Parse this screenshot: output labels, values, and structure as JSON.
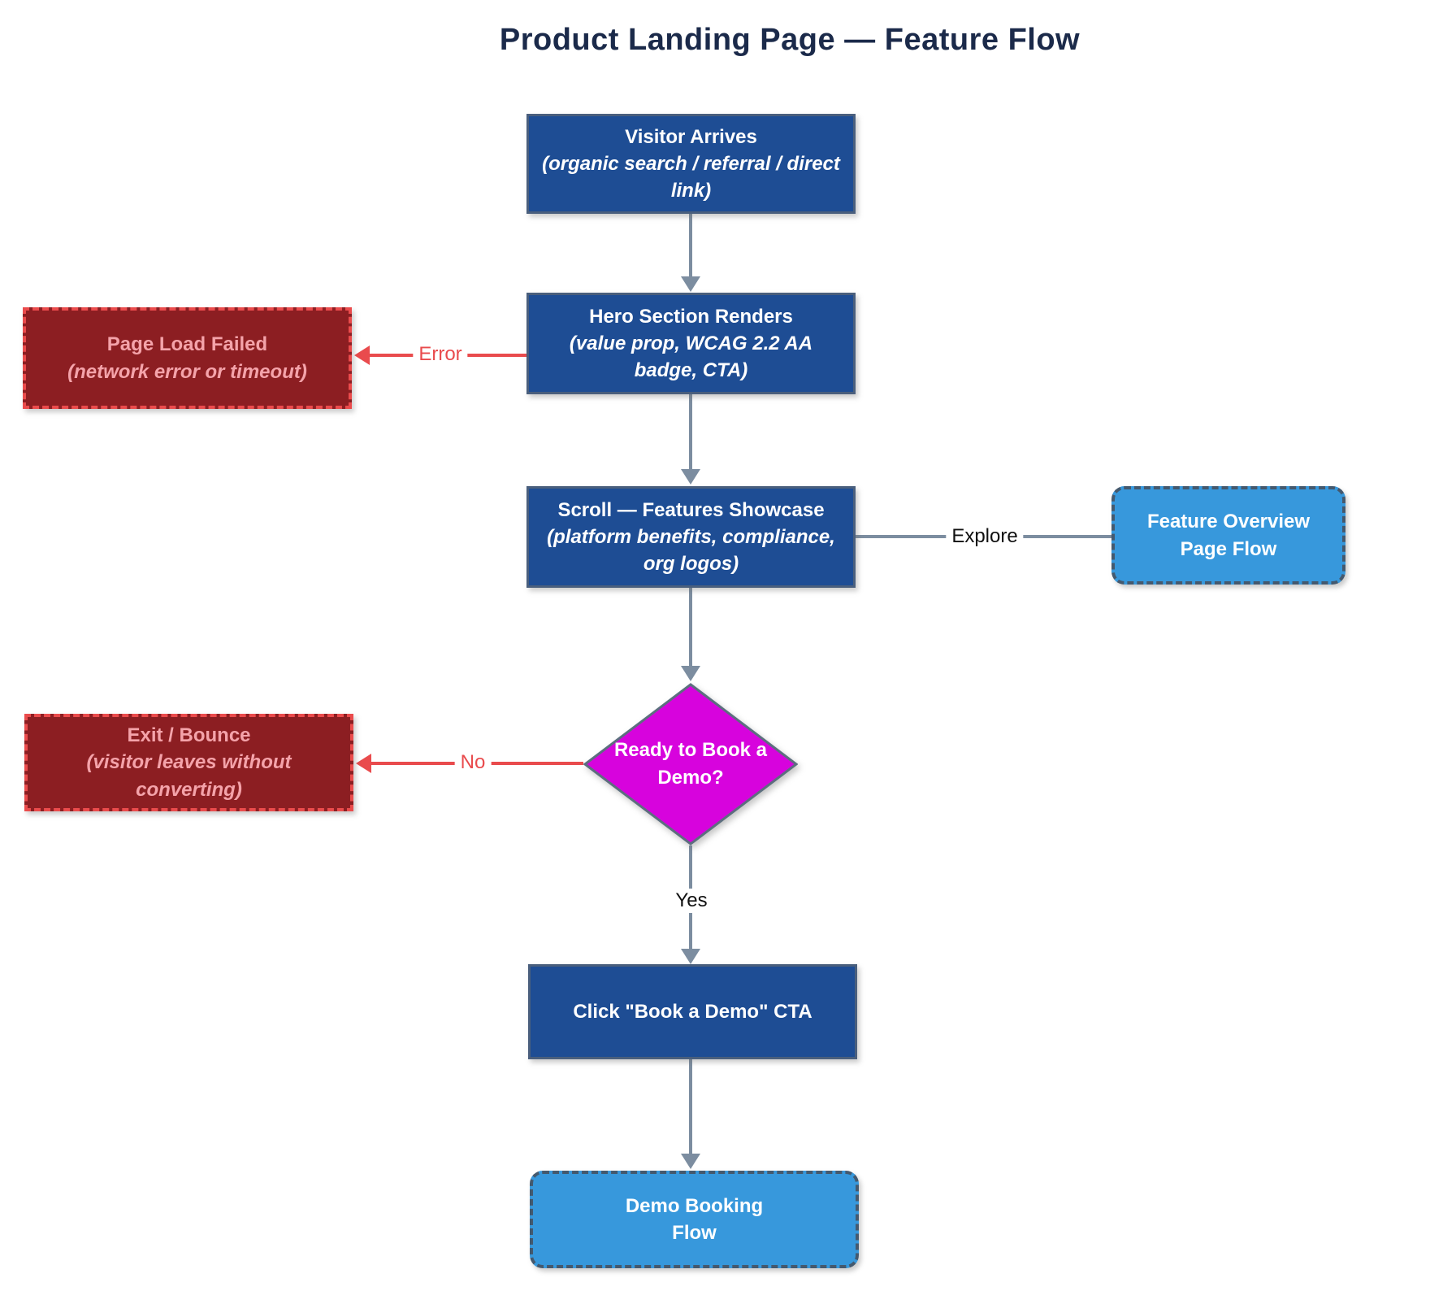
{
  "title": "Product Landing Page — Feature Flow",
  "colors": {
    "title_text": "#1b2a4a",
    "process_fill": "#1e4d94",
    "process_border": "#4a5f7d",
    "process_text": "#ffffff",
    "error_fill": "#8c1e22",
    "error_border": "#ea4b4c",
    "error_text": "#f4a3aa",
    "subflow_fill": "#3798dc",
    "subflow_border": "#44596e",
    "decision_fill": "#d703dd",
    "decision_border": "#5c6e7f",
    "edge_gray": "#7c8da0",
    "edge_red": "#e94b4d",
    "label_dark": "#111111"
  },
  "nodes": {
    "visitor": {
      "line1": "Visitor Arrives",
      "line2": "(organic search / referral / direct link)"
    },
    "hero": {
      "line1": "Hero Section Renders",
      "line2": "(value prop, WCAG 2.2 AA badge, CTA)"
    },
    "page_load_failed": {
      "line1": "Page Load Failed",
      "line2": "(network error or timeout)"
    },
    "scroll": {
      "line1": "Scroll — Features Showcase",
      "line2": "(platform benefits, compliance, org logos)"
    },
    "feature_overview": {
      "line1": "Feature Overview",
      "line2": "Page Flow"
    },
    "decision": {
      "line1": "Ready to",
      "line2": "Book a Demo?"
    },
    "exit_bounce": {
      "line1": "Exit / Bounce",
      "line2": "(visitor leaves without converting)"
    },
    "click_cta": {
      "line1": "Click \"Book a Demo\" CTA"
    },
    "demo_booking": {
      "line1": "Demo Booking",
      "line2": "Flow"
    }
  },
  "edges": {
    "error_label": "Error",
    "explore_label": "Explore",
    "no_label": "No",
    "yes_label": "Yes"
  }
}
